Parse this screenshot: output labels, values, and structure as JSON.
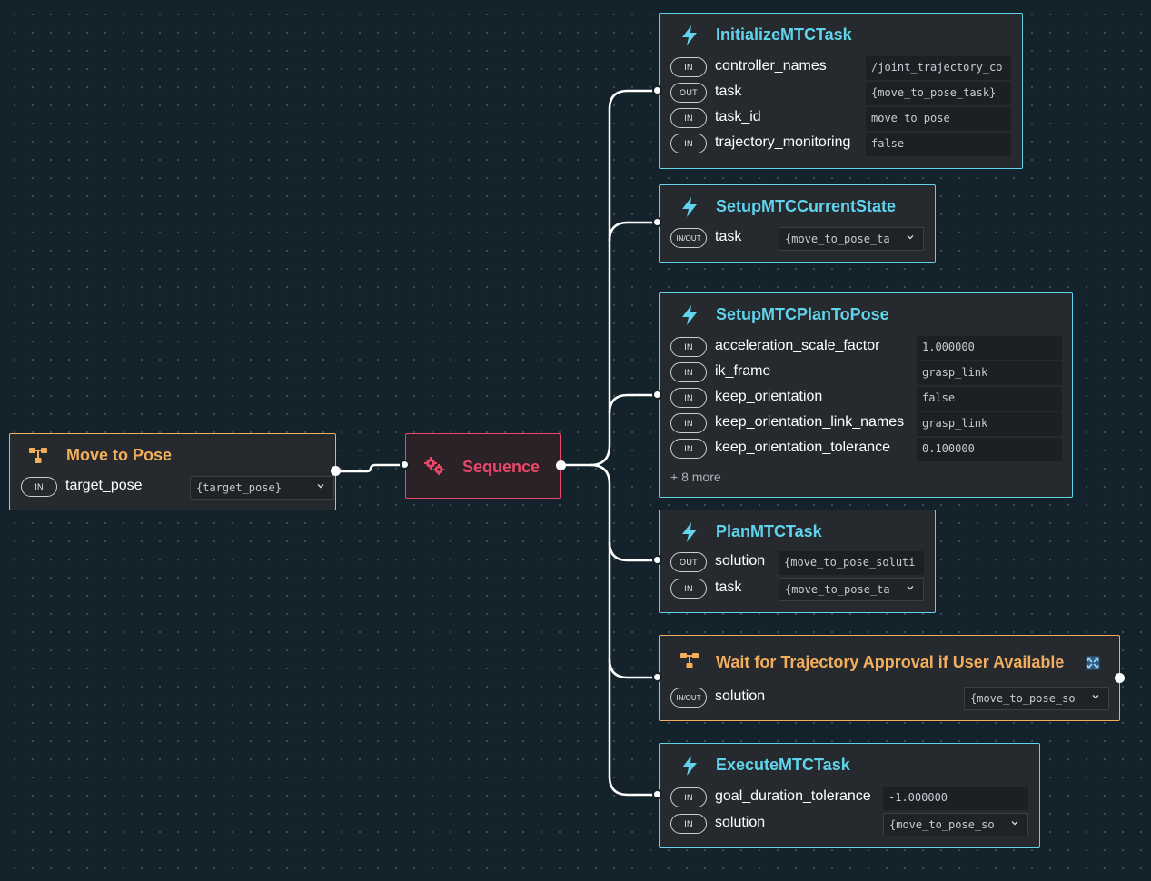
{
  "nodes": {
    "move_to_pose": {
      "title": "Move to Pose",
      "ports": [
        {
          "dir": "IN",
          "name": "target_pose",
          "value": "{target_pose}"
        }
      ]
    },
    "sequence": {
      "title": "Sequence"
    },
    "initialize_mtc_task": {
      "title": "InitializeMTCTask",
      "ports": [
        {
          "dir": "IN",
          "name": "controller_names",
          "value": "/joint_trajectory_co"
        },
        {
          "dir": "OUT",
          "name": "task",
          "value": "{move_to_pose_task}"
        },
        {
          "dir": "IN",
          "name": "task_id",
          "value": "move_to_pose"
        },
        {
          "dir": "IN",
          "name": "trajectory_monitoring",
          "value": "false"
        }
      ]
    },
    "setup_mtc_current_state": {
      "title": "SetupMTCCurrentState",
      "ports": [
        {
          "dir": "IN/OUT",
          "name": "task",
          "value": "{move_to_pose_ta"
        }
      ]
    },
    "setup_mtc_plan_to_pose": {
      "title": "SetupMTCPlanToPose",
      "ports": [
        {
          "dir": "IN",
          "name": "acceleration_scale_factor",
          "value": "1.000000"
        },
        {
          "dir": "IN",
          "name": "ik_frame",
          "value": "grasp_link"
        },
        {
          "dir": "IN",
          "name": "keep_orientation",
          "value": "false"
        },
        {
          "dir": "IN",
          "name": "keep_orientation_link_names",
          "value": "grasp_link"
        },
        {
          "dir": "IN",
          "name": "keep_orientation_tolerance",
          "value": "0.100000"
        }
      ],
      "more": "+ 8 more"
    },
    "plan_mtc_task": {
      "title": "PlanMTCTask",
      "ports": [
        {
          "dir": "OUT",
          "name": "solution",
          "value": "{move_to_pose_soluti"
        },
        {
          "dir": "IN",
          "name": "task",
          "value": "{move_to_pose_ta"
        }
      ]
    },
    "wait_for_trajectory_approval": {
      "title": "Wait for Trajectory Approval if User Available",
      "ports": [
        {
          "dir": "IN/OUT",
          "name": "solution",
          "value": "{move_to_pose_so"
        }
      ]
    },
    "execute_mtc_task": {
      "title": "ExecuteMTCTask",
      "ports": [
        {
          "dir": "IN",
          "name": "goal_duration_tolerance",
          "value": "-1.000000"
        },
        {
          "dir": "IN",
          "name": "solution",
          "value": "{move_to_pose_so"
        }
      ]
    }
  },
  "icons": {
    "action": "lightning-icon",
    "subtree": "subtree-icon",
    "control": "gears-icon",
    "expand": "expand-icon",
    "dropdown": "chevron-down-icon"
  },
  "colors": {
    "canvas": "#13222b",
    "action_accent": "#5fd4ec",
    "subtree_accent": "#f3ae5c",
    "control_accent": "#e9486a",
    "node_bg": "#262a2e"
  }
}
